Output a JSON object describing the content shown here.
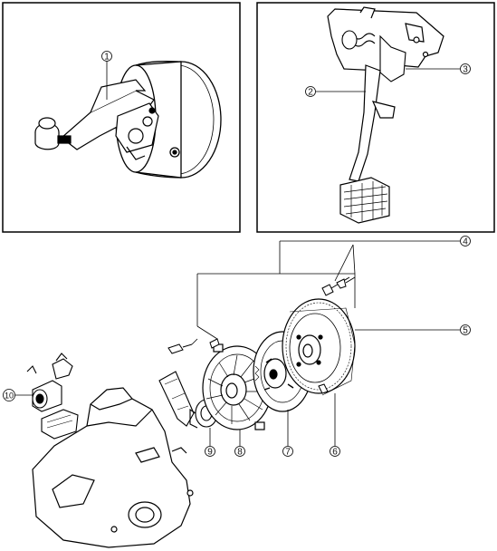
{
  "figure": {
    "panels": [
      {
        "id": "brake-booster-panel"
      },
      {
        "id": "pedal-assembly-panel"
      }
    ],
    "callouts": [
      {
        "id": "callout-1",
        "number": "1",
        "part": "clutch master cylinder with reservoir"
      },
      {
        "id": "callout-2",
        "number": "2",
        "part": "clutch pedal"
      },
      {
        "id": "callout-3",
        "number": "3",
        "part": "pedal pivot spring"
      },
      {
        "id": "callout-4",
        "number": "4",
        "part": "bolts"
      },
      {
        "id": "callout-5",
        "number": "5",
        "part": "flywheel"
      },
      {
        "id": "callout-6",
        "number": "6",
        "part": "dowel pin"
      },
      {
        "id": "callout-7",
        "number": "7",
        "part": "clutch disc"
      },
      {
        "id": "callout-8",
        "number": "8",
        "part": "clutch cover"
      },
      {
        "id": "callout-9",
        "number": "9",
        "part": "release bearing"
      },
      {
        "id": "callout-10",
        "number": "10",
        "part": "clutch release cylinder"
      }
    ]
  }
}
